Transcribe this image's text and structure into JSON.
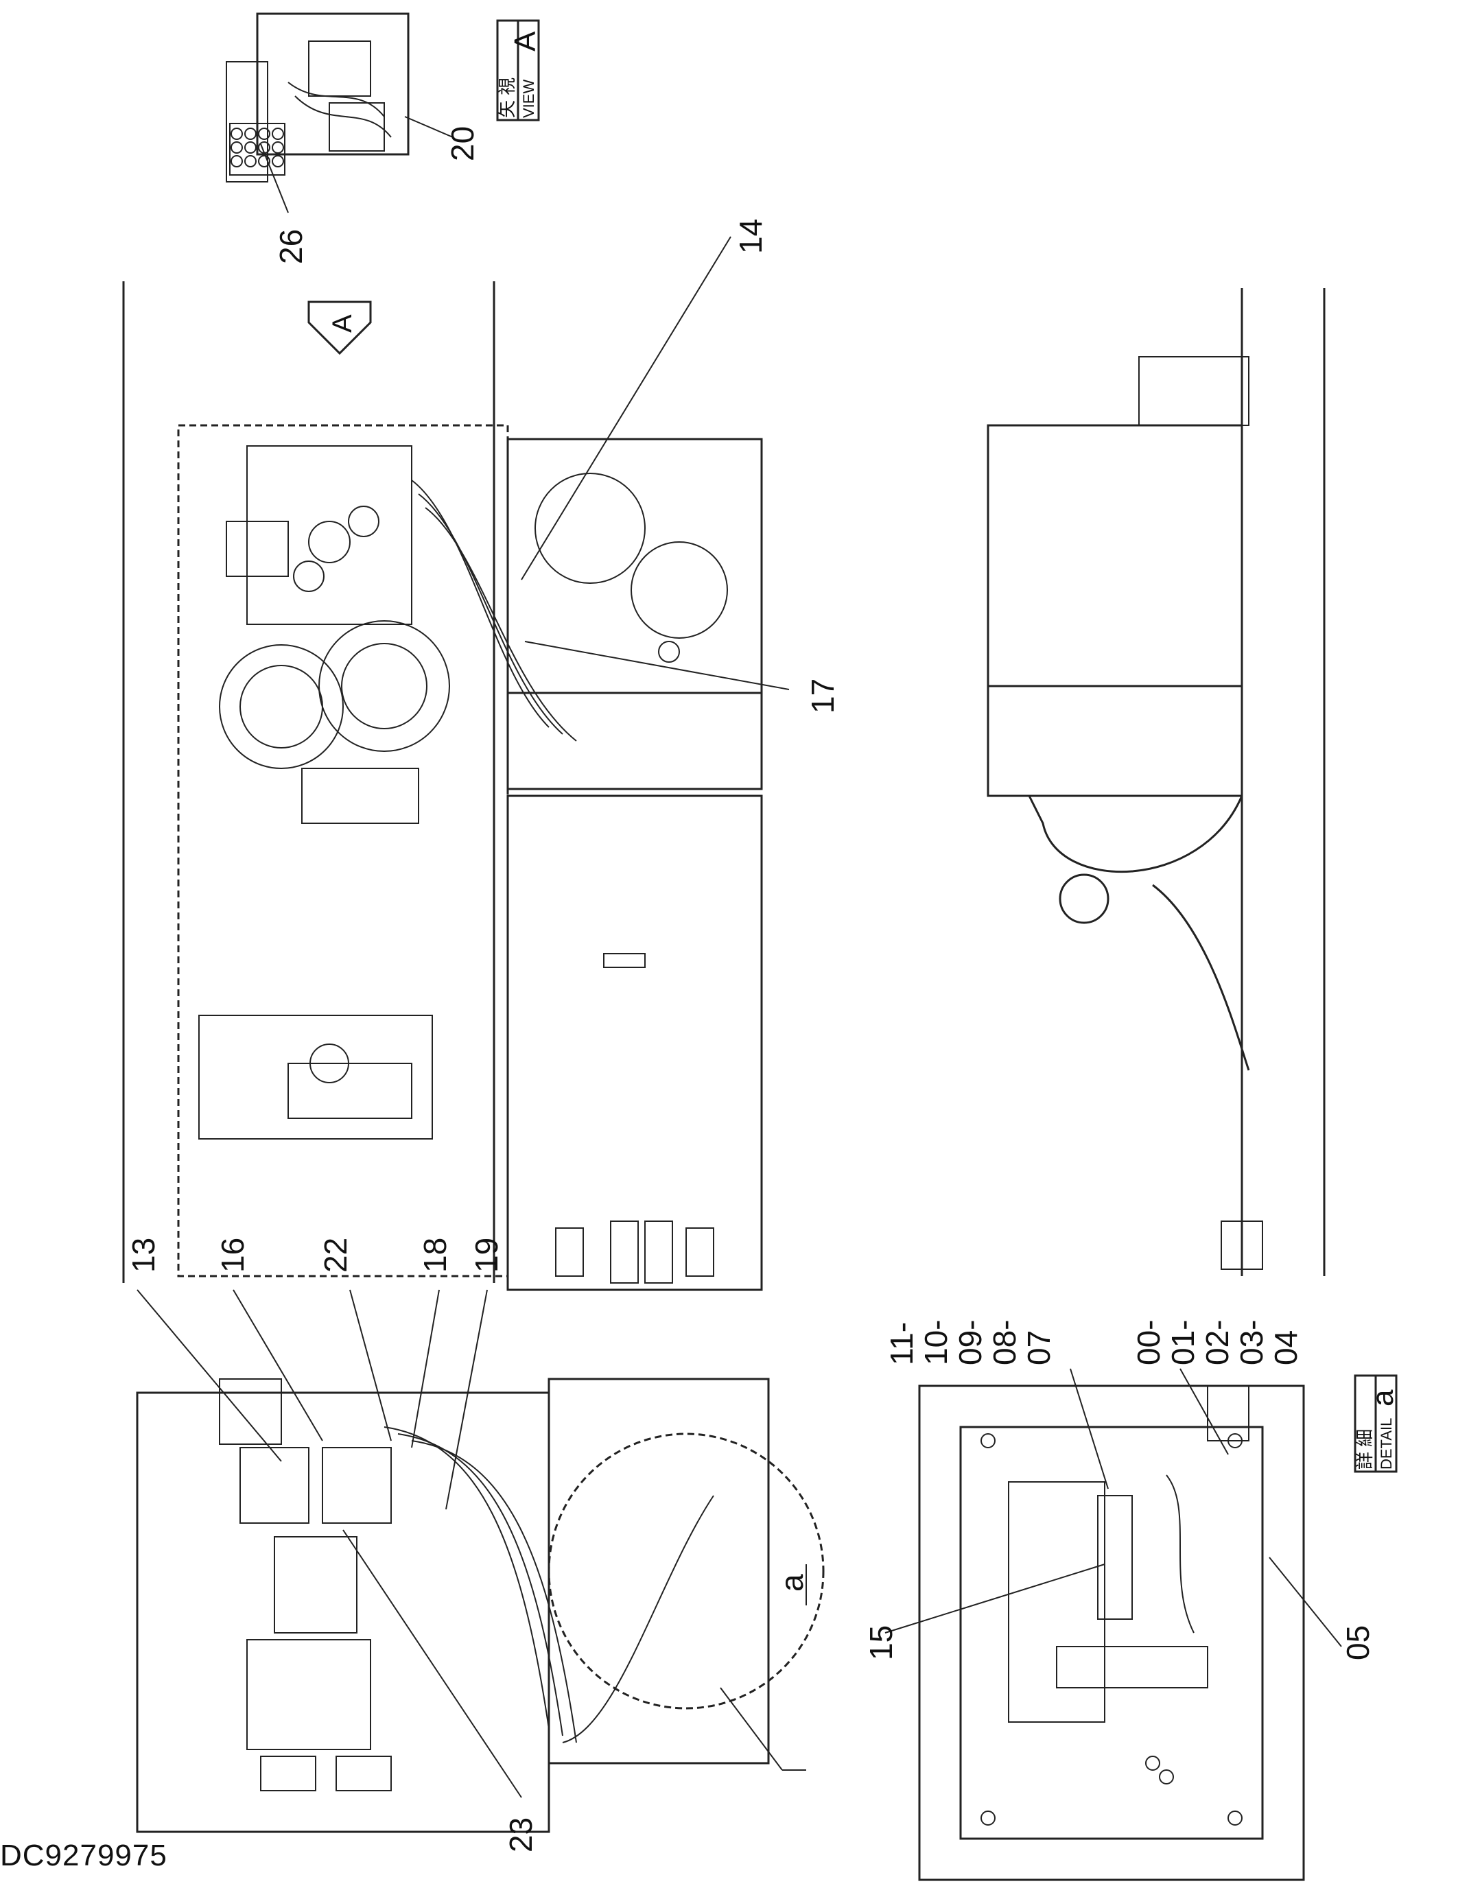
{
  "drawing_number": "DC9279975",
  "view_label": {
    "japanese": "矢 視",
    "english": "VIEW",
    "letter": "A"
  },
  "detail_label": {
    "japanese": "詳 細",
    "english": "DETAIL",
    "letter": "a"
  },
  "view_arrow_letter": "A",
  "detail_circle_letter": "a",
  "callouts": [
    "20",
    "26",
    "14",
    "17",
    "13",
    "16",
    "22",
    "18",
    "19",
    "23",
    "15",
    "05",
    "11-",
    "10-",
    "09-",
    "08-",
    "07",
    "00-",
    "01-",
    "02-",
    "03-",
    "04"
  ]
}
